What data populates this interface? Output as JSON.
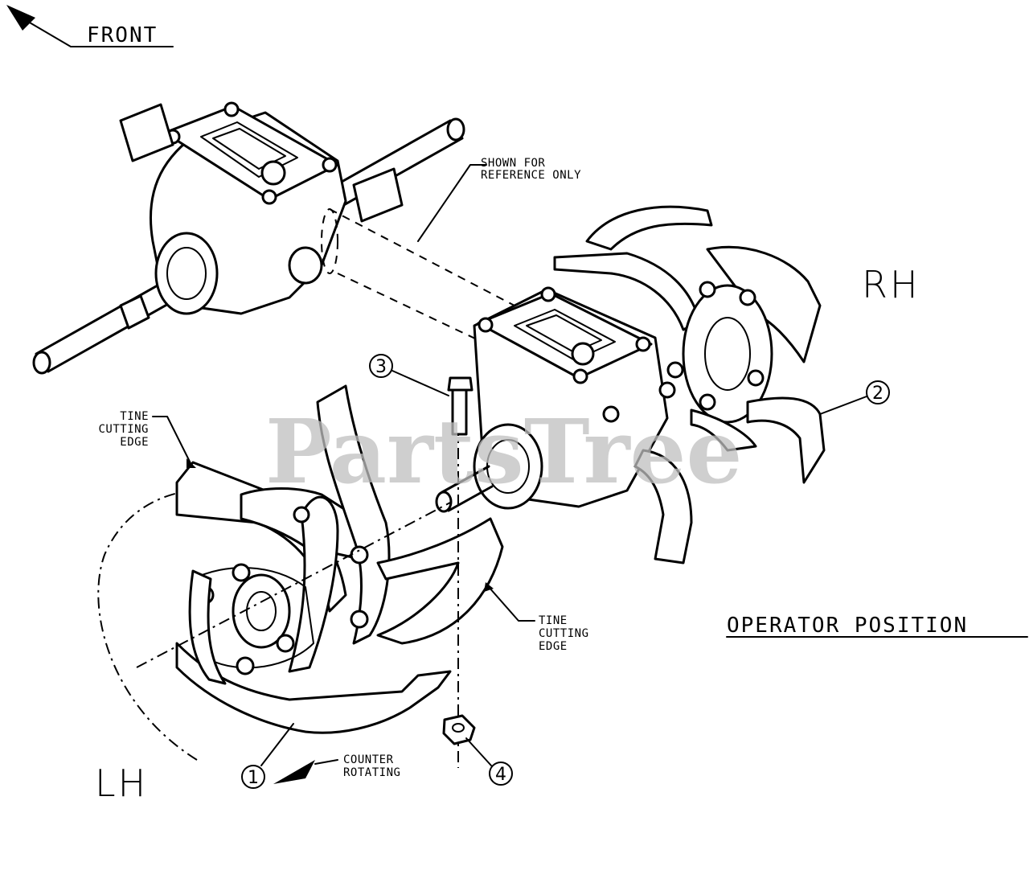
{
  "labels": {
    "front": "FRONT",
    "shown_for_reference_line1": "SHOWN FOR",
    "shown_for_reference_line2": "REFERENCE ONLY",
    "rh": "RH",
    "lh": "LH",
    "operator_position": "OPERATOR POSITION",
    "tine_edge_left_line1": "TINE",
    "tine_edge_left_line2": "CUTTING",
    "tine_edge_left_line3": "EDGE",
    "tine_edge_right_line1": "TINE",
    "tine_edge_right_line2": "CUTTING",
    "tine_edge_right_line3": "EDGE",
    "counter_rotating_line1": "COUNTER",
    "counter_rotating_line2": "ROTATING"
  },
  "callouts": [
    {
      "id": "1",
      "label": "1"
    },
    {
      "id": "2",
      "label": "2"
    },
    {
      "id": "3",
      "label": "3"
    },
    {
      "id": "4",
      "label": "4"
    }
  ],
  "watermark": "PartsTree"
}
